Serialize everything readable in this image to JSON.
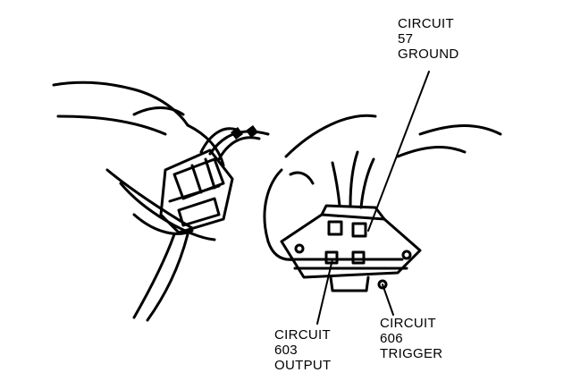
{
  "callouts": {
    "c57": {
      "line1": "CIRCUIT",
      "line2": "57",
      "line3": "GROUND"
    },
    "c603": {
      "line1": "CIRCUIT",
      "line2": "603",
      "line3": "OUTPUT"
    },
    "c606": {
      "line1": "CIRCUIT",
      "line2": "606",
      "line3": "TRIGGER"
    }
  },
  "colors": {
    "ink": "#000000",
    "paper": "#ffffff"
  }
}
